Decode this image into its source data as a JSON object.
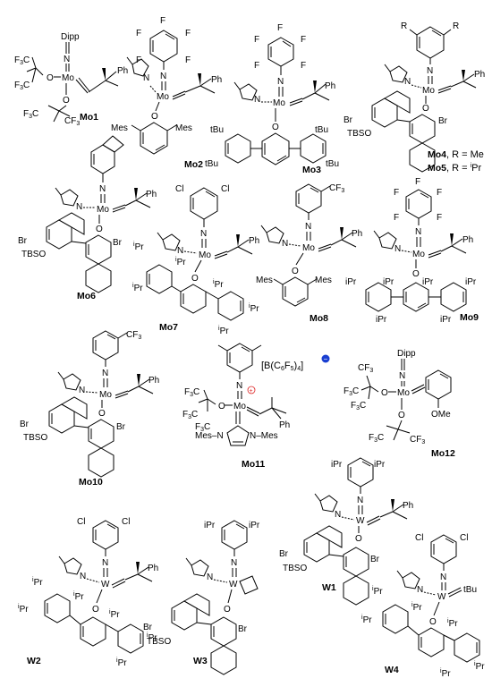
{
  "compounds": [
    {
      "id": "mo1",
      "name": "Mo1"
    },
    {
      "id": "mo2",
      "name": "Mo2"
    },
    {
      "id": "mo3",
      "name": "Mo3"
    },
    {
      "id": "mo4",
      "name": "Mo4",
      "note": ", R = Me"
    },
    {
      "id": "mo5",
      "name": "Mo5",
      "note": ", R = ",
      "note_sup": "i",
      "note_tail": "Pr"
    },
    {
      "id": "mo6",
      "name": "Mo6"
    },
    {
      "id": "mo7",
      "name": "Mo7"
    },
    {
      "id": "mo8",
      "name": "Mo8"
    },
    {
      "id": "mo9",
      "name": "Mo9"
    },
    {
      "id": "mo10",
      "name": "Mo10"
    },
    {
      "id": "mo11",
      "name": "Mo11"
    },
    {
      "id": "mo12",
      "name": "Mo12"
    },
    {
      "id": "w1",
      "name": "W1"
    },
    {
      "id": "w2",
      "name": "W2"
    },
    {
      "id": "w3",
      "name": "W3"
    },
    {
      "id": "w4",
      "name": "W4"
    }
  ],
  "labels": {
    "mo": "Mo",
    "w": "W",
    "n": "N",
    "o": "O",
    "f": "F",
    "cl": "Cl",
    "br": "Br",
    "ph": "Ph",
    "mes": "Mes",
    "dipp": "Dipp",
    "tbu": "tBu",
    "tbso": "TBSO",
    "ipr": "iPr",
    "ipr_sup": "i",
    "pr": "Pr",
    "cf3": "CF",
    "cf3_sub": "3",
    "f3c": "F",
    "f3c_sub": "3",
    "f3c_tail": "C",
    "r": "R",
    "ome": "OMe",
    "n_mes": "N–Mes",
    "mes_n": "Mes–N",
    "counterion": "[B(C",
    "counterion_sub1": "6",
    "counterion_mid": "F",
    "counterion_sub2": "5",
    "counterion_tail": ")",
    "counterion_sub3": "4",
    "counterion_end": "]",
    "charge_plus": "+",
    "charge_minus": "−"
  }
}
